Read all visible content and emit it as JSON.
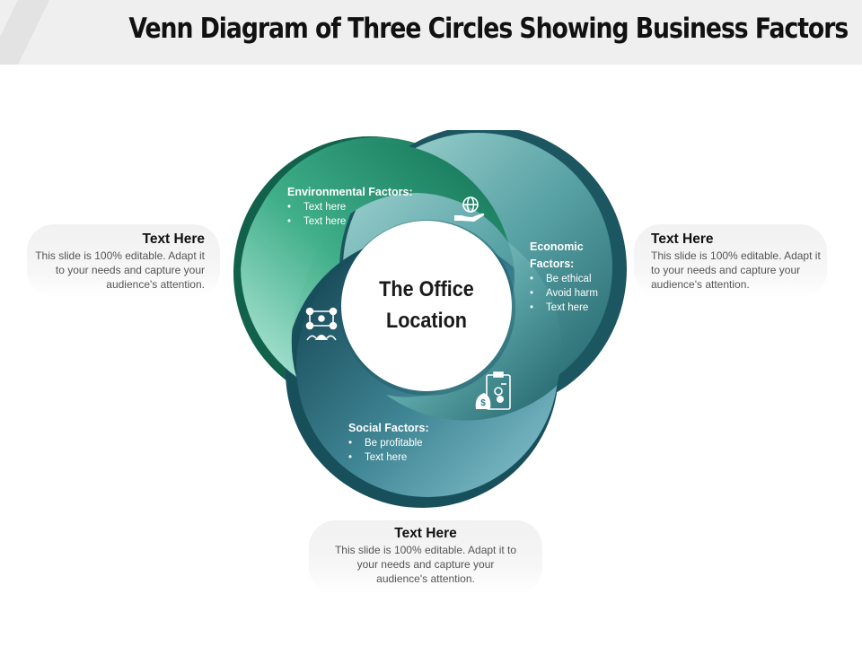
{
  "title": "Venn Diagram of Three Circles Showing Business Factors",
  "center": {
    "line1": "The Office",
    "line2": "Location"
  },
  "circles": {
    "environmental": {
      "heading": "Environmental Factors:",
      "items": [
        "Text here",
        "Text here"
      ],
      "icon": "hand-globe-icon",
      "color": "#1f8a68"
    },
    "economic": {
      "heading_line1": "Economic",
      "heading_line2": "Factors:",
      "items": [
        "Be ethical",
        "Avoid harm",
        "Text here"
      ],
      "icon": "money-clipboard-icon",
      "color": "#2e7f86"
    },
    "social": {
      "heading": "Social Factors:",
      "items": [
        "Be profitable",
        "Text here"
      ],
      "icon": "people-network-icon",
      "color": "#1e5b6a"
    }
  },
  "callouts": {
    "left": {
      "title": "Text Here",
      "lines": [
        "This slide is 100% editable. Adapt it",
        "to your needs and capture your",
        "audience's attention."
      ]
    },
    "right": {
      "title": "Text Here",
      "lines": [
        "This slide is 100% editable. Adapt it",
        "to your needs and capture your",
        "audience's attention."
      ]
    },
    "bottom": {
      "title": "Text Here",
      "lines": [
        "This slide is 100% editable. Adapt it to",
        "your needs and capture your",
        "audience's attention."
      ]
    }
  }
}
